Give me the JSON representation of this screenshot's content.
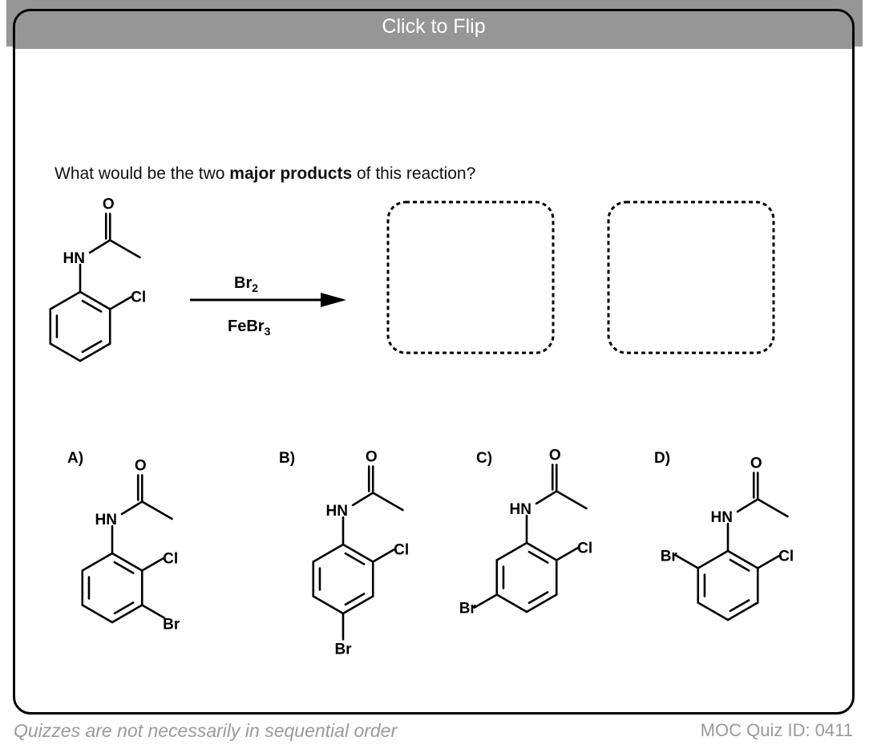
{
  "header": {
    "flip_label": "Click to Flip"
  },
  "question": {
    "prefix": "What would be the two ",
    "bold": "major products",
    "suffix": " of this reaction?"
  },
  "reaction": {
    "starting_material": {
      "labels": {
        "o": "O",
        "n": "HN",
        "cl": "Cl"
      }
    },
    "reagent_top": "Br",
    "reagent_top_sub": "2",
    "reagent_bottom": "FeBr",
    "reagent_bottom_sub": "3"
  },
  "options": [
    {
      "label": "A)",
      "o": "O",
      "n": "HN",
      "cl": "Cl",
      "br": "Br"
    },
    {
      "label": "B)",
      "o": "O",
      "n": "HN",
      "cl": "Cl",
      "br": "Br"
    },
    {
      "label": "C)",
      "o": "O",
      "n": "HN",
      "cl": "Cl",
      "br": "Br"
    },
    {
      "label": "D)",
      "o": "O",
      "n": "HN",
      "cl": "Cl",
      "br": "Br"
    }
  ],
  "footer": {
    "left": "Quizzes are not necessarily in sequential order",
    "right": "MOC Quiz ID: 0411"
  }
}
